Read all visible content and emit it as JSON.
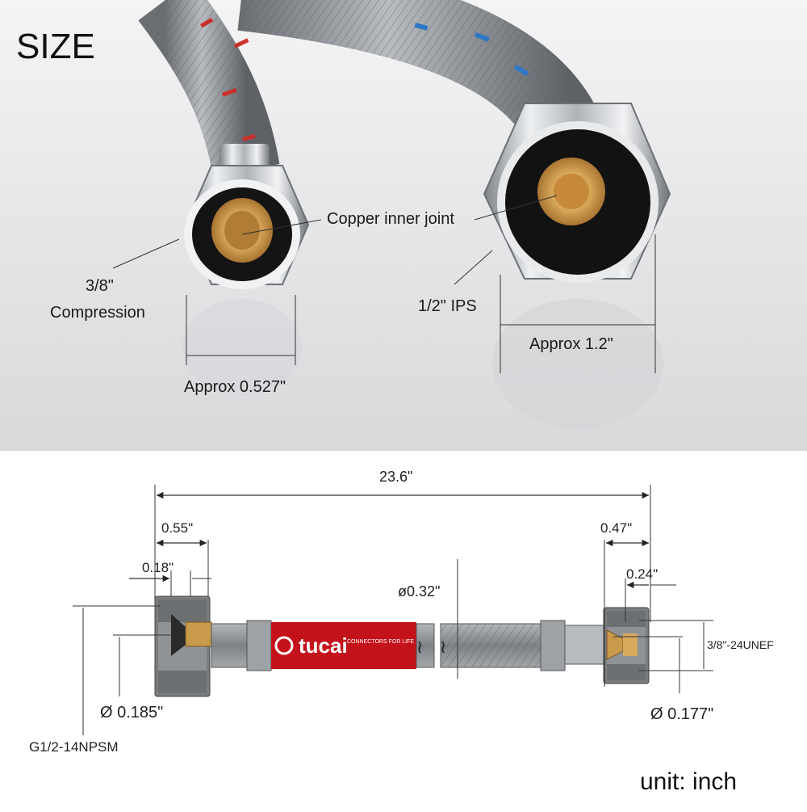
{
  "photo": {
    "title": "SIZE",
    "labels": {
      "copper_inner_joint": "Copper inner joint",
      "compression_size": "3/8\"",
      "compression_word": "Compression",
      "ips": "1/2\" IPS",
      "approx_small": "Approx 0.527\"",
      "approx_large": "Approx 1.2\""
    }
  },
  "diagram": {
    "overall_length": "23.6\"",
    "left_nut_length": "0.55\"",
    "left_thread_length": "0.18\"",
    "hose_diameter": "ø0.32\"",
    "right_nut_length": "0.47\"",
    "right_thread_length": "0.24\"",
    "right_thread_spec": "3/8\"-24UNEF",
    "left_bore": "Ø 0.185\"",
    "right_bore": "Ø 0.177\"",
    "left_thread_spec": "G1/2-14NPSM",
    "unit_note": "unit: inch",
    "label_brand": "tucai",
    "label_tagline": "CONNECTORS FOR LIFE"
  },
  "colors": {
    "background_top": "#e9e9ea",
    "hose_braid": "#8a8d91",
    "chrome": "#cfd2d5",
    "brass": "#c89a4a",
    "label_red": "#c4121b"
  }
}
